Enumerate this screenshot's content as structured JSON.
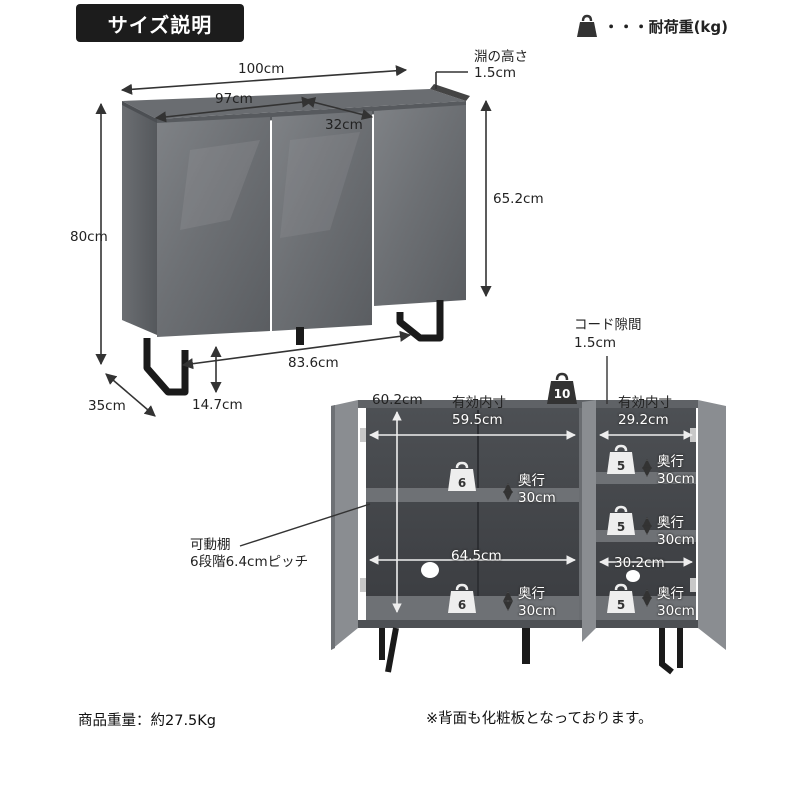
{
  "header": {
    "title": "サイズ説明",
    "legend_text": "・・・耐荷重(kg)"
  },
  "top_view": {
    "width_label": "100cm",
    "inner_width_label": "97cm",
    "door_width_label": "32cm",
    "rim_label_line1": "淵の高さ",
    "rim_label_line2": "1.5cm",
    "body_height_label": "65.2cm",
    "total_height_label": "80cm",
    "leg_span_label": "83.6cm",
    "depth_label": "35cm",
    "leg_height_label": "14.7cm"
  },
  "interior_view": {
    "cord_gap_line1": "コード隙間",
    "cord_gap_line2": "1.5cm",
    "left_outer_label": "60.2cm",
    "left_inner_title": "有効内寸",
    "left_inner_value": "59.5cm",
    "right_inner_title": "有効内寸",
    "right_inner_value": "29.2cm",
    "left_lower_width": "64.5cm",
    "right_lower_width": "30.2cm",
    "shelf_note_line1": "可動棚",
    "shelf_note_line2": "6段階6.4cmピッチ",
    "depth_title": "奥行",
    "depth_value": "30cm",
    "top_load": "10",
    "left_shelf_loads": [
      "6",
      "6"
    ],
    "right_shelf_loads": [
      "5",
      "5",
      "5"
    ]
  },
  "footer": {
    "weight": "商品重量：約27.5Kg",
    "note": "※背面も化粧板となっております。"
  }
}
